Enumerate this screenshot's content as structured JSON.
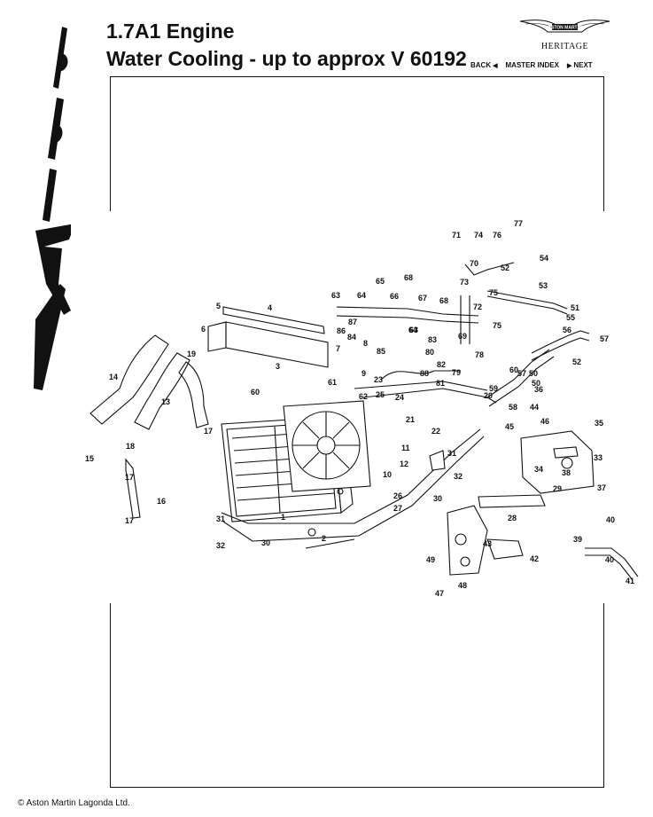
{
  "header": {
    "title_line1": "1.7A1 Engine",
    "title_line2": "Water Cooling - up to approx V 60192"
  },
  "logo": {
    "text": "ASTON MARTIN",
    "subtitle": "HERITAGE",
    "icon": "winged-logo-icon"
  },
  "nav": {
    "back_label": "BACK",
    "master_index_label": "MASTER INDEX",
    "next_label": "NEXT"
  },
  "footer": {
    "copyright": "© Aston Martin Lagonda Ltd."
  },
  "diagram": {
    "part_labels": [
      "1",
      "2",
      "3",
      "4",
      "5",
      "6",
      "7",
      "8",
      "9",
      "10",
      "11",
      "12",
      "13",
      "14",
      "15",
      "16",
      "17",
      "17",
      "17",
      "18",
      "19",
      "20",
      "21",
      "22",
      "23",
      "24",
      "25",
      "26",
      "27",
      "28",
      "29",
      "30",
      "30",
      "31",
      "31",
      "32",
      "32",
      "33",
      "34",
      "35",
      "36",
      "37",
      "38",
      "39",
      "40",
      "40",
      "41",
      "42",
      "43",
      "44",
      "45",
      "46",
      "47",
      "48",
      "49",
      "50",
      "50",
      "51",
      "52",
      "52",
      "53",
      "54",
      "55",
      "56",
      "57",
      "57",
      "58",
      "59",
      "60",
      "60",
      "61",
      "62",
      "63",
      "63",
      "64",
      "64",
      "65",
      "66",
      "67",
      "68",
      "68",
      "69",
      "70",
      "71",
      "72",
      "73",
      "74",
      "75",
      "75",
      "76",
      "77",
      "78",
      "79",
      "80",
      "81",
      "82",
      "83",
      "84",
      "85",
      "86",
      "87",
      "88"
    ]
  }
}
